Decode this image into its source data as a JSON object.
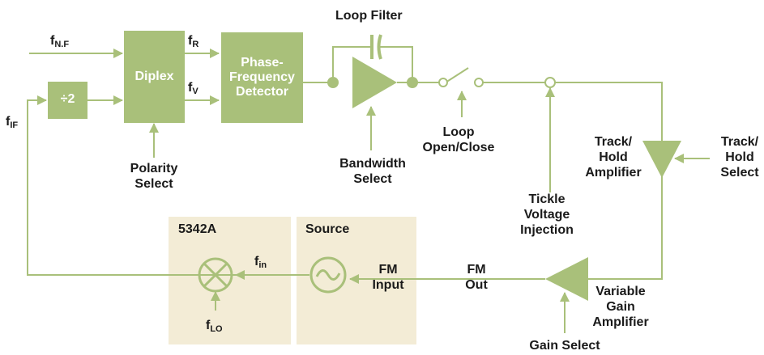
{
  "colors": {
    "block": "#a9c07a",
    "line": "#a9c07a",
    "panel": "#f3ecd6",
    "text": "#1a1a1a"
  },
  "signals": {
    "f_nf": {
      "main": "f",
      "sub": "N.F"
    },
    "f_r": {
      "main": "f",
      "sub": "R"
    },
    "f_v": {
      "main": "f",
      "sub": "V"
    },
    "f_if": {
      "main": "f",
      "sub": "IF"
    },
    "f_in": {
      "main": "f",
      "sub": "in"
    },
    "f_lo": {
      "main": "f",
      "sub": "LO"
    }
  },
  "blocks": {
    "divider": "÷2",
    "diplex": "Diplex",
    "detector_line1": "Phase-",
    "detector_line2": "Frequency",
    "detector_line3": "Detector"
  },
  "labels": {
    "loop_filter": "Loop Filter",
    "polarity_1": "Polarity",
    "polarity_2": "Select",
    "bandwidth_1": "Bandwidth",
    "bandwidth_2": "Select",
    "loop_1": "Loop",
    "loop_2": "Open/Close",
    "tickle_1": "Tickle",
    "tickle_2": "Voltage",
    "tickle_3": "Injection",
    "track_amp_1": "Track/",
    "track_amp_2": "Hold",
    "track_amp_3": "Amplifier",
    "track_sel_1": "Track/",
    "track_sel_2": "Hold",
    "track_sel_3": "Select",
    "panel_5342a": "5342A",
    "panel_source": "Source",
    "fm_input_1": "FM",
    "fm_input_2": "Input",
    "fm_out_1": "FM",
    "fm_out_2": "Out",
    "vga_1": "Variable",
    "vga_2": "Gain",
    "vga_3": "Amplifier",
    "gain_select": "Gain Select"
  }
}
